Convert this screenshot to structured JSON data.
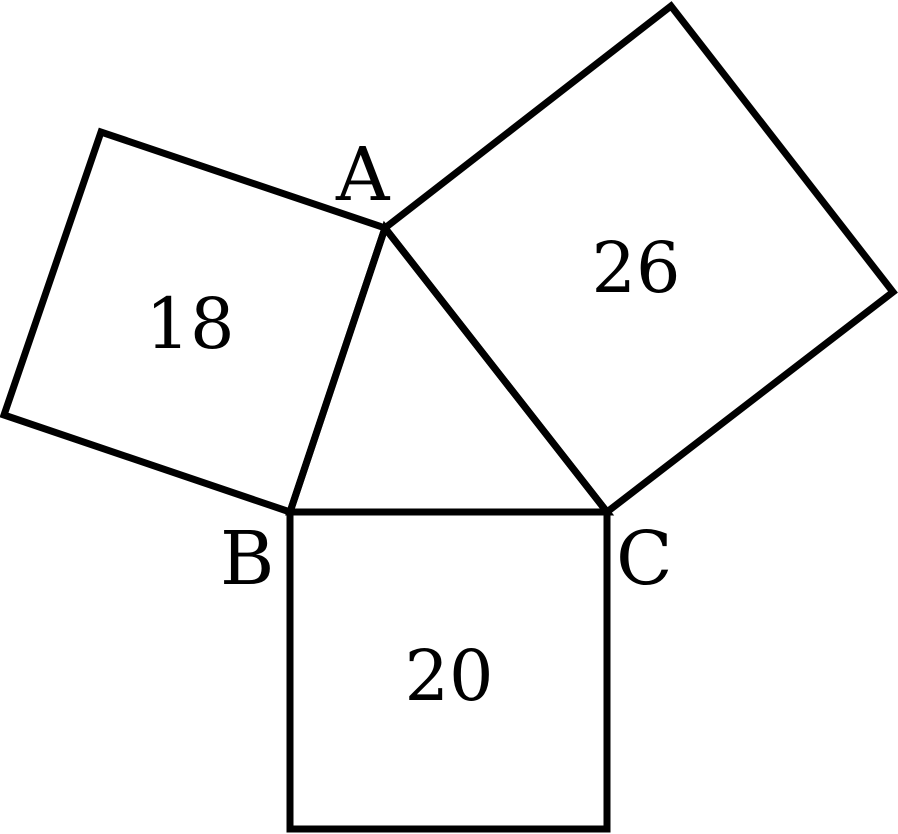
{
  "vertices": {
    "a": "A",
    "b": "B",
    "c": "C"
  },
  "square_areas": {
    "ab": "18",
    "ac": "26",
    "bc": "20"
  }
}
